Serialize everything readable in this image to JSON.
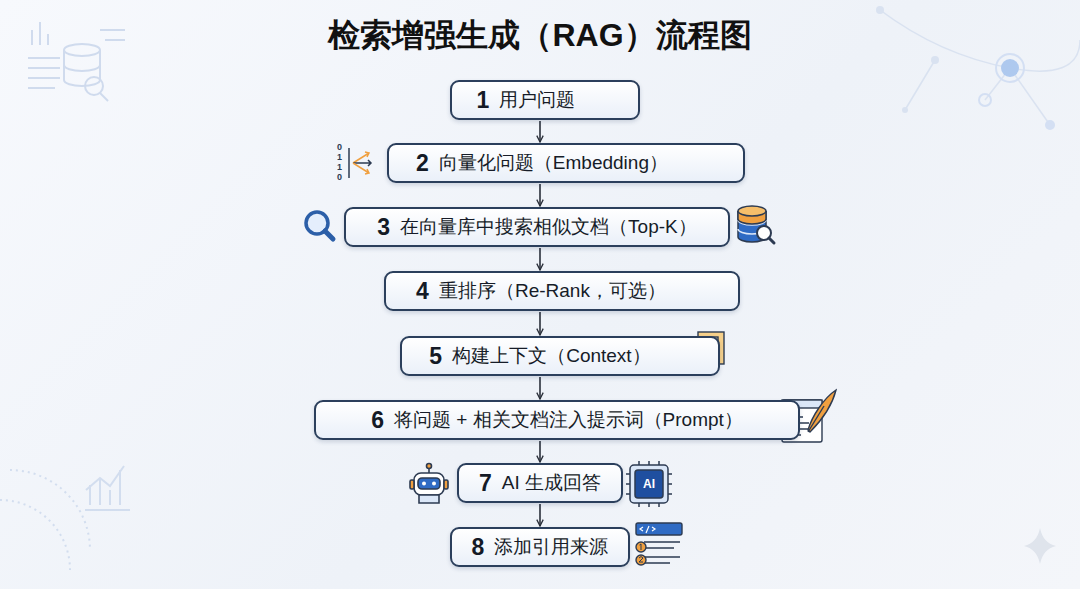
{
  "diagram": {
    "title": "检索增强生成（RAG）流程图",
    "nodes": [
      {
        "text": [
          "1",
          "用户问题"
        ]
      },
      {
        "text": [
          "2",
          "向量化问题（Embedding）"
        ]
      },
      {
        "text": [
          "3",
          "在向量库中搜索相似文档（Top-K）"
        ]
      },
      {
        "text": [
          "4",
          "重排序（Re-Rank，可选）"
        ]
      },
      {
        "text": [
          "5",
          "构建上下文（Context）"
        ]
      },
      {
        "text": [
          "6",
          "将问题 + 相关文档注入提示词（Prompt）"
        ]
      },
      {
        "text": [
          "7",
          "AI 生成回答"
        ]
      },
      {
        "text": [
          "8",
          "添加引用来源"
        ]
      }
    ],
    "edges": [
      {
        "from": 0,
        "to": 1,
        "arrow": "to"
      },
      {
        "from": 1,
        "to": 2,
        "arrow": "to"
      },
      {
        "from": 2,
        "to": 3,
        "arrow": "to"
      },
      {
        "from": 3,
        "to": 4,
        "arrow": "to"
      },
      {
        "from": 4,
        "to": 5,
        "arrow": "to"
      },
      {
        "from": 5,
        "to": 6,
        "arrow": "to"
      },
      {
        "from": 6,
        "to": 7,
        "arrow": "to"
      }
    ],
    "labels": [
      "0110",
      "AI"
    ]
  }
}
